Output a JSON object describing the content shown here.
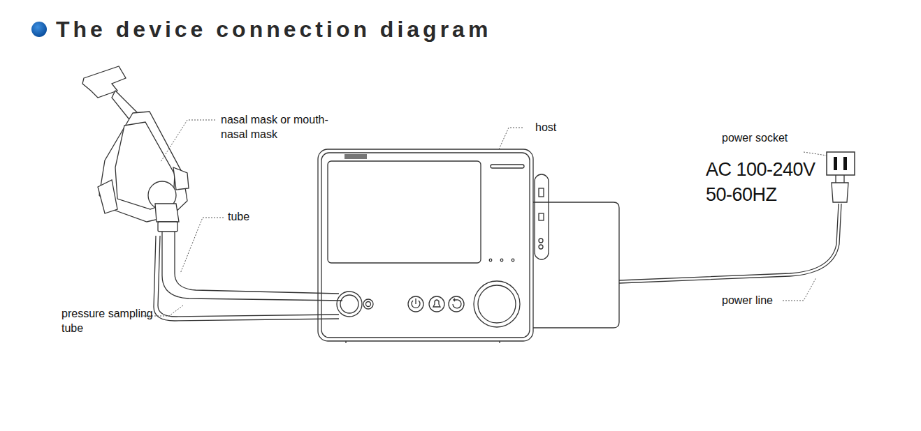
{
  "diagram": {
    "title": "The device connection diagram",
    "labels": [
      "nasal mask or mouth-nasal mask",
      "host",
      "tube",
      "pressure sampling tube",
      "power socket",
      "AC 100-240V 50-60HZ",
      "power line"
    ]
  }
}
